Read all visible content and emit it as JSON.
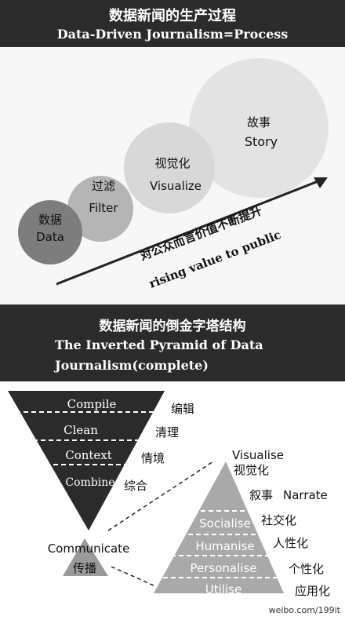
{
  "header1": {
    "title_cn": "数据新闻的生产过程",
    "title_en": "Data-Driven Journalism=Process"
  },
  "process": {
    "circles": [
      {
        "cn": "数据",
        "en": "Data",
        "color": "#7d7d7d"
      },
      {
        "cn": "过滤",
        "en": "Filter",
        "color": "#b5b5b5"
      },
      {
        "cn": "视觉化",
        "en": "Visualize",
        "color": "#d8d8d8"
      },
      {
        "cn": "故事",
        "en": "Story",
        "color": "#e3e3e3"
      }
    ],
    "arrow_label_cn": "对公众而言价值不断提升",
    "arrow_label_en": "rising value to public"
  },
  "header2": {
    "title_cn": "数据新闻的倒金字塔结构",
    "title_en_line1": "The Inverted Pyramid of Data",
    "title_en_line2": "Journalism(complete)"
  },
  "inverted_pyramid": {
    "layers": [
      {
        "en": "Compile",
        "cn": "编辑"
      },
      {
        "en": "Clean",
        "cn": "清理"
      },
      {
        "en": "Context",
        "cn": "情境"
      },
      {
        "en": "Combine",
        "cn": "综合"
      }
    ],
    "communicate_en": "Communicate",
    "communicate_cn": "传播"
  },
  "pyramid": {
    "top": {
      "en": "Visualise",
      "cn": "视觉化"
    },
    "narrate": {
      "cn": "叙事",
      "en": "Narrate"
    },
    "layers": [
      {
        "en": "Socialise",
        "cn": "社交化"
      },
      {
        "en": "Humanise",
        "cn": "人性化"
      },
      {
        "en": "Personalise",
        "cn": "个性化"
      },
      {
        "en": "Utilise",
        "cn": "应用化"
      }
    ]
  },
  "watermark": "weibo.com/199it",
  "colors": {
    "band": "#2b2b2b",
    "dark_triangle": "#2b2b2b",
    "pyramid": "#a9a9a9",
    "small_triangle": "#9a9a9a"
  }
}
